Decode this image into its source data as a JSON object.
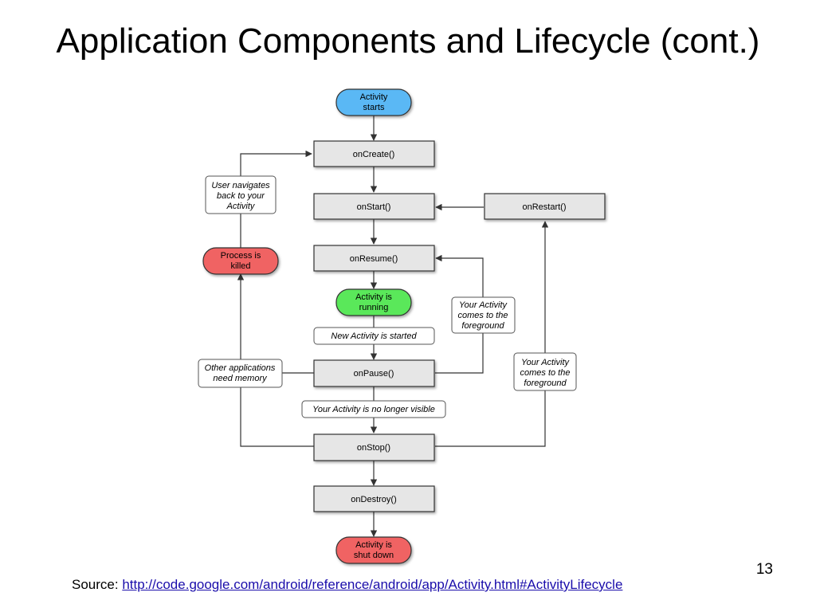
{
  "title": "Application Components and Lifecycle (cont.)",
  "page_number": "13",
  "source": {
    "label": "Source:",
    "url": "http://code.google.com/android/reference/android/app/Activity.html#ActivityLifecycle"
  },
  "diagram": {
    "terminals": {
      "activity_starts": [
        "Activity",
        "starts"
      ],
      "activity_running": [
        "Activity is",
        "running"
      ],
      "activity_shut_down": [
        "Activity is",
        "shut down"
      ],
      "process_killed": [
        "Process is",
        "killed"
      ]
    },
    "methods": {
      "on_create": "onCreate()",
      "on_start": "onStart()",
      "on_restart": "onRestart()",
      "on_resume": "onResume()",
      "on_pause": "onPause()",
      "on_stop": "onStop()",
      "on_destroy": "onDestroy()"
    },
    "notes": {
      "user_navigates_back": [
        "User navigates",
        "back to your",
        "Activity"
      ],
      "new_activity_started": [
        "New Activity is started"
      ],
      "foreground_resume": [
        "Your Activity",
        "comes to the",
        "foreground"
      ],
      "foreground_restart": [
        "Your Activity",
        "comes to the",
        "foreground"
      ],
      "other_apps_need_memory": [
        "Other applications",
        "need memory"
      ],
      "no_longer_visible": [
        "Your Activity is no longer visible"
      ]
    },
    "colors": {
      "start_blue": "#5ab8f5",
      "running_green": "#5ae85a",
      "terminal_red": "#f06464",
      "method_fill": "#e6e6e6",
      "line": "#333333"
    }
  }
}
